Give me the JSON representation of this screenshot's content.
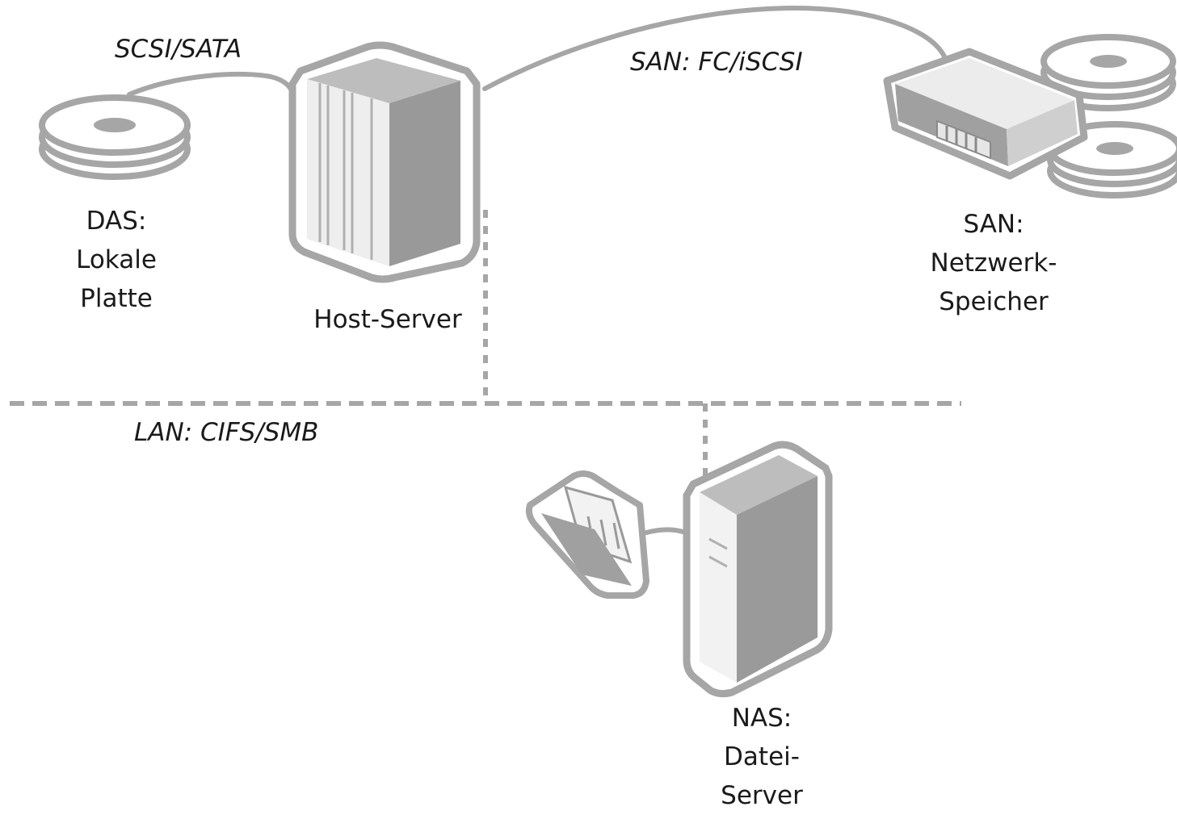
{
  "connections": {
    "das_link": "SCSI/SATA",
    "san_link": "SAN: FC/iSCSI",
    "lan_link": "LAN: CIFS/SMB"
  },
  "nodes": {
    "das": {
      "lines": [
        "DAS:",
        "Lokale",
        "Platte"
      ],
      "icon": "disk-stack-icon"
    },
    "host": {
      "lines": [
        "Host-Server"
      ],
      "icon": "server-tower-icon"
    },
    "san": {
      "lines": [
        "SAN:",
        "Netzwerk-",
        "Speicher"
      ],
      "icon": "storage-array-icon"
    },
    "nas": {
      "lines": [
        "NAS:",
        "Datei-",
        "Server"
      ],
      "icon": "file-server-icon"
    }
  },
  "colors": {
    "stroke": "#a6a6a6",
    "fill_dark": "#9a9a9a",
    "fill_light": "#f2f2f2",
    "text": "#1a1a1a"
  }
}
